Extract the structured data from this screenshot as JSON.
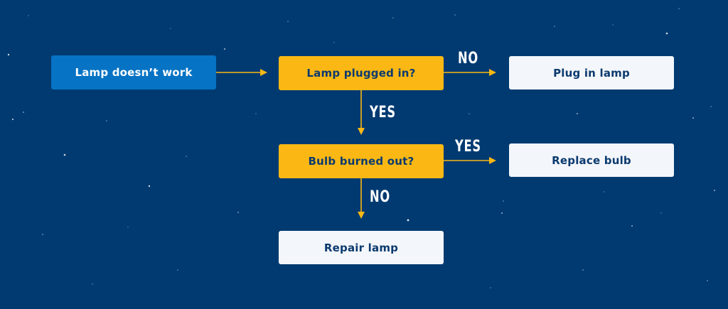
{
  "colors": {
    "background": "#003a71",
    "start_node": "#0673c4",
    "decision_node": "#fbb814",
    "outcome_node": "#f3f6fa",
    "connector": "#fbb814",
    "node_text_dark": "#0b3a6e",
    "node_text_light": "#ffffff"
  },
  "nodes": {
    "start": {
      "label": "Lamp doesn’t work"
    },
    "plugged_in": {
      "label": "Lamp plugged in?"
    },
    "plug_in": {
      "label": "Plug in lamp"
    },
    "bulb_burned": {
      "label": "Bulb burned out?"
    },
    "replace_bulb": {
      "label": "Replace bulb"
    },
    "repair": {
      "label": "Repair lamp"
    }
  },
  "edges": {
    "plugged_no": {
      "label": "NO"
    },
    "plugged_yes": {
      "label": "YES"
    },
    "bulb_yes": {
      "label": "YES"
    },
    "bulb_no": {
      "label": "NO"
    }
  }
}
